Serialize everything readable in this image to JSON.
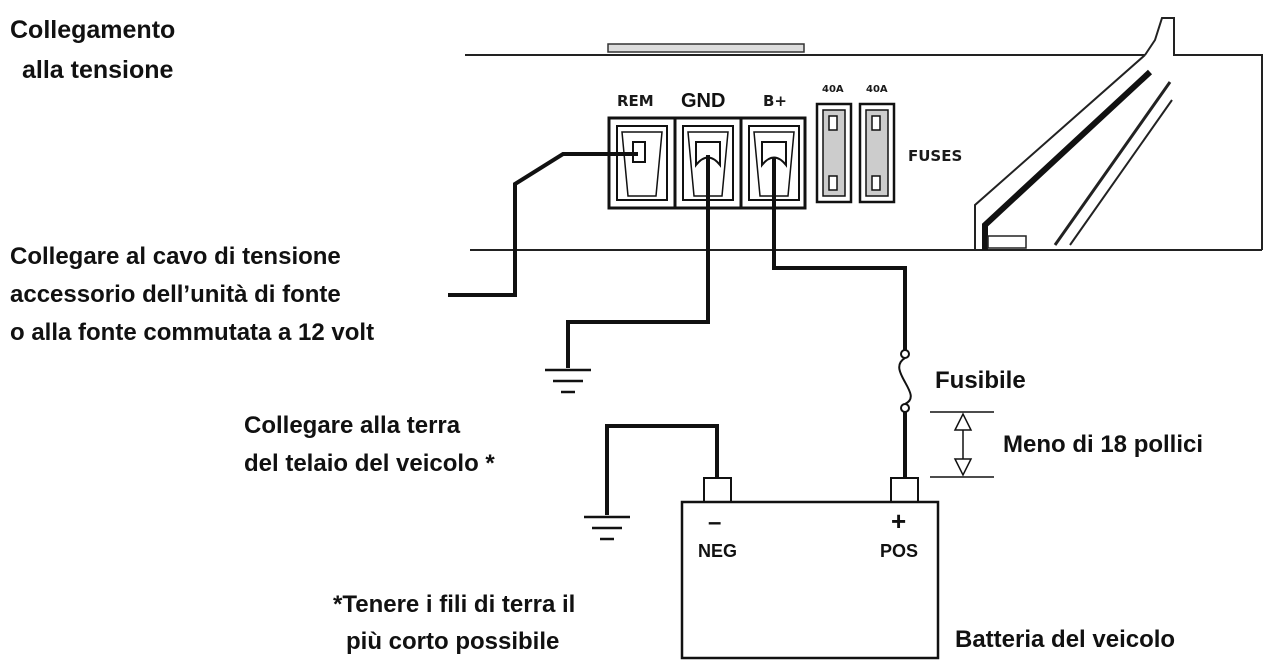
{
  "title": [
    "Collegamento",
    "alla tensione"
  ],
  "terminals": {
    "rem": "REM",
    "gnd": "GND",
    "bplus": "B+",
    "fuse1_rating": "40A",
    "fuse2_rating": "40A",
    "fuses": "FUSES"
  },
  "remote_note": [
    "Collegare al cavo di tensione",
    "accessorio dell’unità di fonte",
    "o alla fonte commutata a 12 volt"
  ],
  "ground_note": [
    "Collegare alla terra",
    "del telaio del veicolo *"
  ],
  "fuse_label": "Fusibile",
  "distance_label": "Meno di 18 pollici",
  "battery": {
    "neg_symbol": "–",
    "neg_label": "NEG",
    "pos_symbol": "+",
    "pos_label": "POS",
    "label": "Batteria del veicolo"
  },
  "footnote": [
    "*Tenere i fili di terra il",
    "più corto possibile"
  ]
}
